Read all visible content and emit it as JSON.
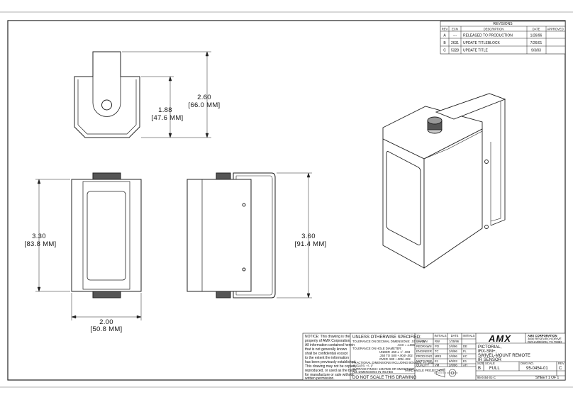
{
  "revisions": {
    "title": "REVISIONS",
    "headers": [
      "REV",
      "ECN",
      "DESCRIPTION",
      "DATE",
      "APPROVED"
    ],
    "rows": [
      {
        "rev": "A",
        "ecn": "---",
        "desc": "RELEASED TO PRODUCTION",
        "date": "1/26/96",
        "approved": ""
      },
      {
        "rev": "B",
        "ecn": "2631",
        "desc": "UPDATE TITLEBLOCK",
        "date": "7/26/01",
        "approved": ""
      },
      {
        "rev": "C",
        "ecn": "5328",
        "desc": "UPDATE TITLE",
        "date": "9/3/03",
        "approved": ""
      }
    ]
  },
  "dimensions": {
    "top_inner": {
      "value": "1.88",
      "metric": "[47.6 MM]"
    },
    "top_outer": {
      "value": "2.60",
      "metric": "[66.0 MM]"
    },
    "front_height": {
      "value": "3.30",
      "metric": "[83.8 MM]"
    },
    "side_height": {
      "value": "3.60",
      "metric": "[91.4 MM]"
    },
    "front_width": {
      "value": "2.00",
      "metric": "[50.8 MM]"
    }
  },
  "notice": {
    "lines": [
      "NOTICE:  This drawing is the",
      "property of AMX Corporation.",
      "All information contained herein",
      "that is not generally known",
      "shall be confidential except",
      "to the extent the information",
      "has been previously established.",
      "This drawing may not be copied,",
      "reproduced, or used as the basis",
      "for manufacture or sale without",
      "written permission."
    ]
  },
  "spec": {
    "title": "UNLESS OTHERWISE SPECIFIED:",
    "lines": [
      "TOLERANCE ON DECIMAL DIMENSIONS:   .XX = ±.01",
      ".XXX = ±.005",
      "TOLERANCE ON HOLE DIAMETER:",
      "UNDER .250 ± +/- .003",
      ".250 TO .500   +.004/-.002",
      "OVER .500   +.005/-.002",
      "FRACTIONAL DIMENSIONS INCLUDING BOUNDS: +/- 1/64",
      "ANGLES: +/- 1°",
      "SURFACE FINISH: 125 RMS OR SMOOTHER",
      "ALL DIMENSIONS IN INCHES"
    ],
    "no_scale": "DO NOT SCALE THIS DRAWING"
  },
  "approvals": {
    "headers": [
      "",
      "INITIALS",
      "DATE",
      "INITIALS"
    ],
    "rows": [
      {
        "role": "DRAWN",
        "initials": "RW",
        "date": "1/25/96",
        "extra": ""
      },
      {
        "role": "REDRAWN",
        "initials": "PO",
        "date": "2/6/96",
        "extra": "DE"
      },
      {
        "role": "ENGINEER",
        "initials": "TC",
        "date": "2/6/96",
        "extra": "FL"
      },
      {
        "role": "PROD ENG",
        "initials": "MRS",
        "date": "2/6/96",
        "extra": "KC"
      },
      {
        "role": "MKTG REP",
        "initials": "E1",
        "date": "6/5/03",
        "extra": "E1"
      },
      {
        "role": "QUALITY",
        "initials": "VM",
        "date": "2/6/96",
        "extra": "AH"
      }
    ],
    "projection": "THIRD ANGLE PROJECTION"
  },
  "company": {
    "logo": "AMX",
    "name": "AMX CORPORATION",
    "address1": "3000 RESEARCH DRIVE",
    "address2": "RICHARDSON, TX 75082"
  },
  "title_block": {
    "lines": [
      "PICTORIAL,",
      "IRX-SM+,",
      "SWIVEL-MOUNT REMOTE",
      "IR SENSOR"
    ],
    "size_label": "SIZE",
    "size": "B",
    "scale_label": "SCALE",
    "scale": "FULL",
    "dwg_label": "DWG NO.",
    "dwg_no": "95-0454-01",
    "rev_label": "REV",
    "rev": "C",
    "file": "95-0454-01-C",
    "sheet": "SHEET  1 OF 1"
  }
}
